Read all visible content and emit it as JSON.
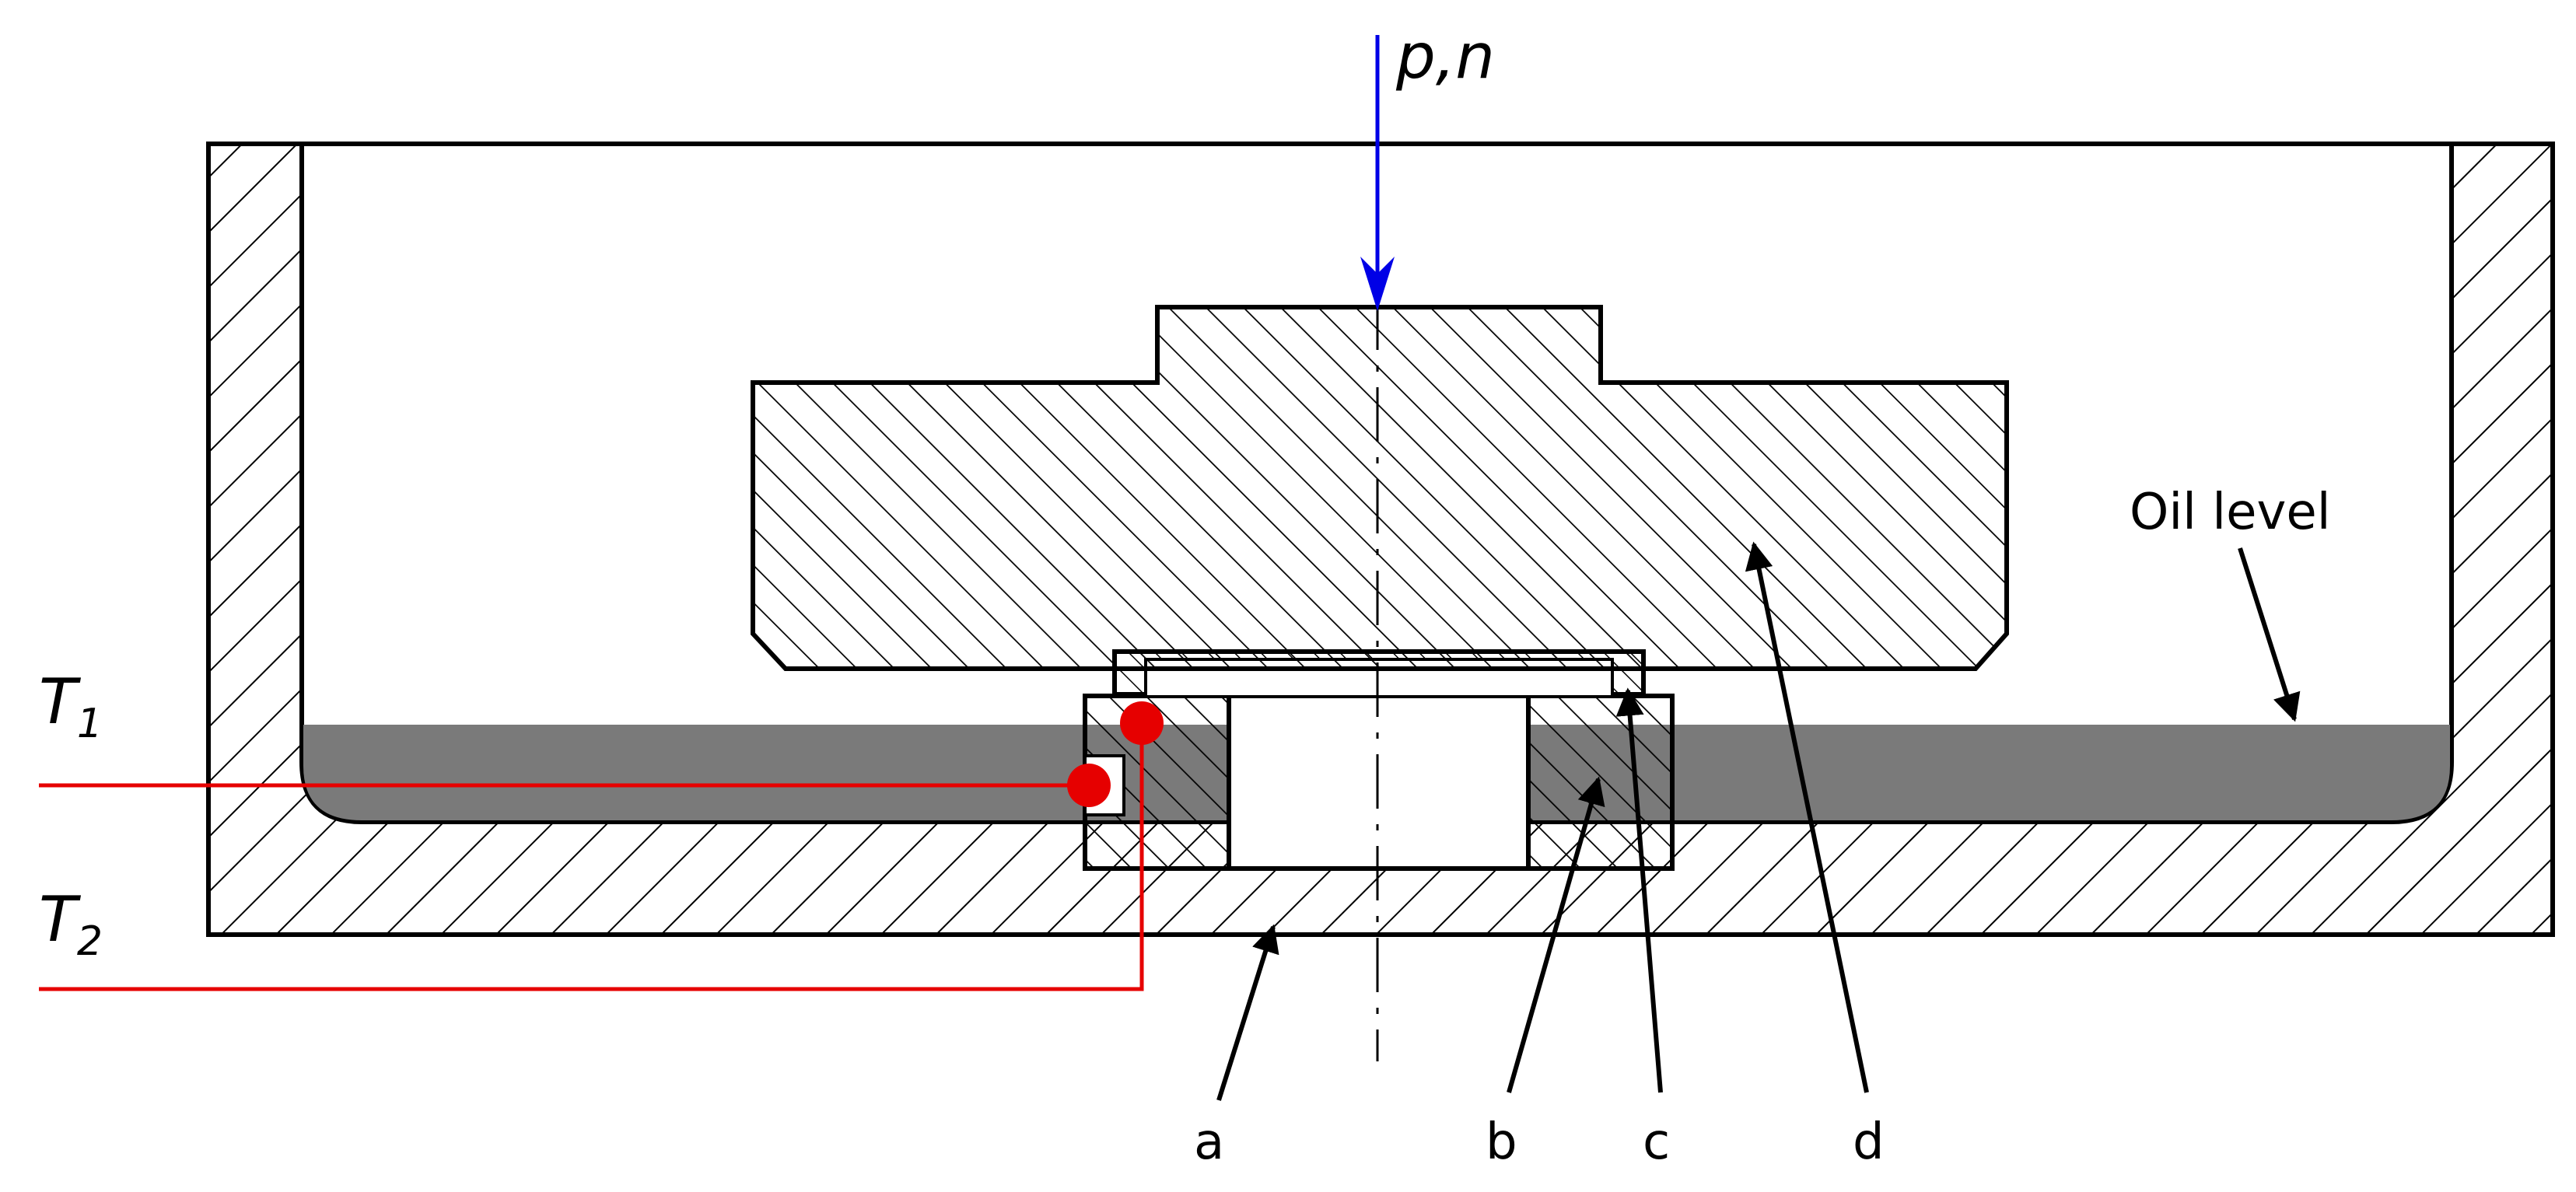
{
  "labels": {
    "load": "p,n",
    "oil_level": "Oil level",
    "t1": "T",
    "t1_sub": "1",
    "t2": "T",
    "t2_sub": "2",
    "a": "a",
    "b": "b",
    "c": "c",
    "d": "d"
  },
  "colors": {
    "outline": "#000000",
    "oil": "#7a7a7a",
    "load_arrow": "#0000e6",
    "thermocouple": "#e60000"
  }
}
